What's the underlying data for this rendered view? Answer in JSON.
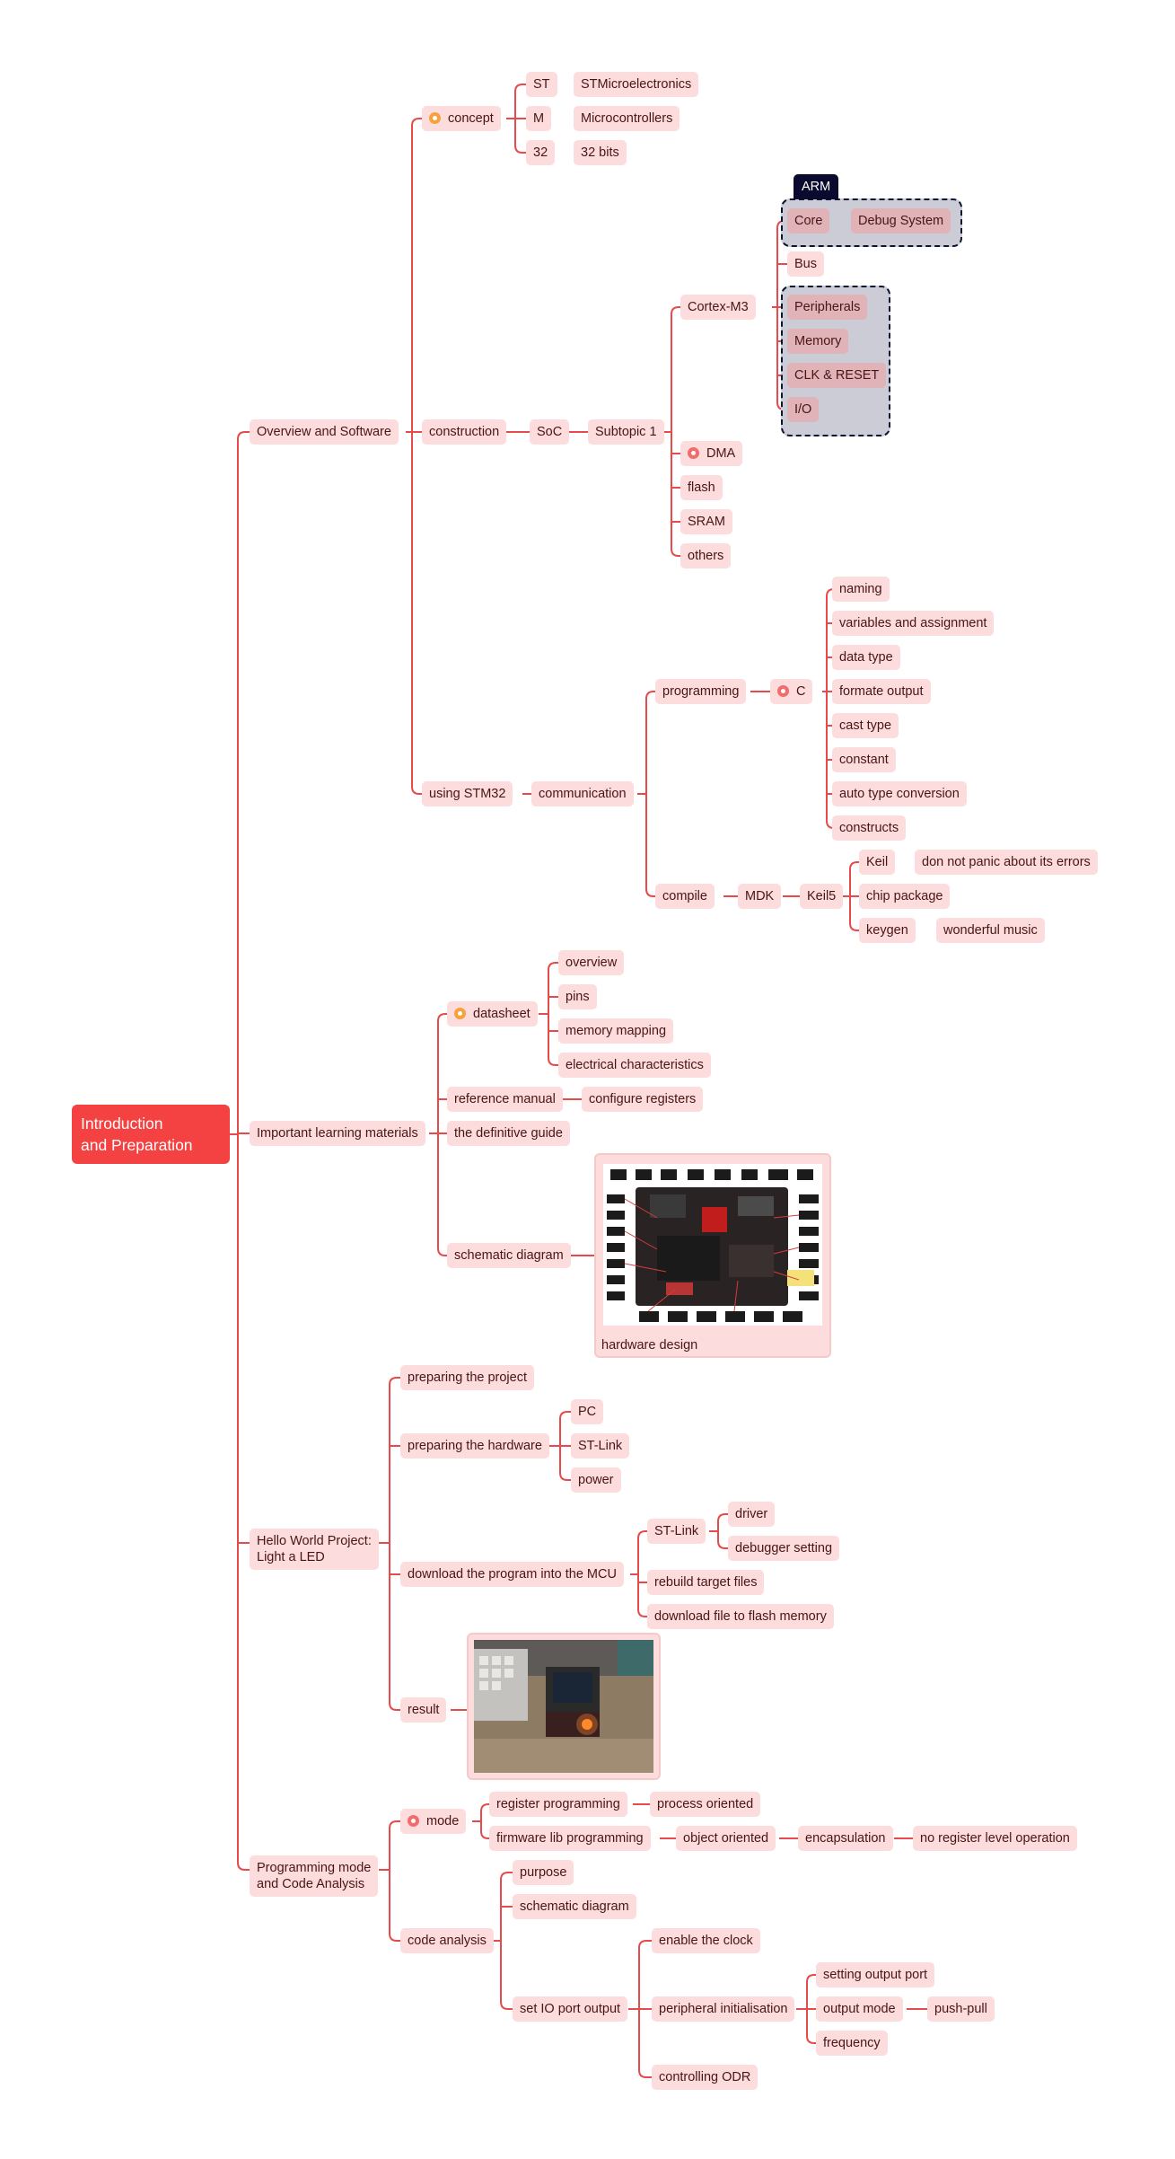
{
  "root": "Introduction\nand Preparation",
  "branch1": {
    "title": "Overview and Software",
    "concept": "concept",
    "concept_items": [
      {
        "k": "ST",
        "v": "STMicroelectronics"
      },
      {
        "k": "M",
        "v": "Microcontrollers"
      },
      {
        "k": "32",
        "v": "32 bits"
      }
    ],
    "construction": "construction",
    "soc": "SoC",
    "subtopic": "Subtopic 1",
    "cortex": "Cortex-M3",
    "arm_tag": "ARM",
    "core": "Core",
    "debug": "Debug System",
    "bus": "Bus",
    "peripherals": "Peripherals",
    "memory": "Memory",
    "clk": "CLK & RESET",
    "io": "I/O",
    "dma": "DMA",
    "flash": "flash",
    "sram": "SRAM",
    "others": "others",
    "using": "using STM32",
    "communication": "communication",
    "programming": "programming",
    "c": "C",
    "c_items": [
      "naming",
      "variables and assignment",
      "data type",
      "formate output",
      "cast type",
      "constant",
      "auto type conversion",
      "constructs"
    ],
    "compile": "compile",
    "mdk": "MDK",
    "keil5": "Keil5",
    "keil": "Keil",
    "keil_note": "don not panic about its errors",
    "chip": "chip package",
    "keygen": "keygen",
    "music": "wonderful music"
  },
  "branch2": {
    "title": "Important learning materials",
    "datasheet": "datasheet",
    "ds_items": [
      "overview",
      "pins",
      "memory mapping",
      "electrical characteristics"
    ],
    "refman": "reference manual",
    "configure": "configure registers",
    "guide": "the definitive guide",
    "schematic": "schematic diagram",
    "hardware_caption": "hardware design"
  },
  "branch3": {
    "title": "Hello World Project:\nLight a LED",
    "prep_project": "preparing the project",
    "prep_hw": "preparing the hardware",
    "hw_items": [
      "PC",
      "ST-Link",
      "power"
    ],
    "download": "download the program into the MCU",
    "stlink": "ST-Link",
    "driver": "driver",
    "debugger": "debugger setting",
    "rebuild": "rebuild target files",
    "dl_flash": "download file to flash memory",
    "result": "result"
  },
  "branch4": {
    "title": "Programming mode\nand Code Analysis",
    "mode": "mode",
    "regprog": "register programming",
    "process": "process oriented",
    "fwlib": "firmware lib programming",
    "object": "object oriented",
    "encap": "encapsulation",
    "noreg": "no register level operation",
    "code": "code analysis",
    "purpose": "purpose",
    "schem": "schematic diagram",
    "setio": "set IO port output",
    "enclk": "enable the clock",
    "perinit": "peripheral initialisation",
    "setport": "setting output port",
    "outmode": "output mode",
    "pushpull": "push-pull",
    "freq": "frequency",
    "odr": "controlling ODR"
  },
  "colors": {
    "line": "#e64a4a",
    "node": "#fcdcdc",
    "root": "#f44141",
    "text": "#4a1515",
    "group": "#cbccd6",
    "group_border": "#0c1431"
  }
}
